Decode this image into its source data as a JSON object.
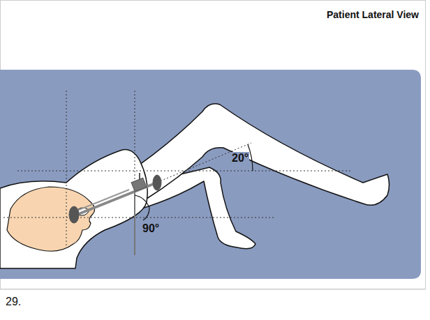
{
  "diagram": {
    "title": "Patient Lateral View",
    "labels": [
      "20°",
      "90°",
      "29."
    ]
  }
}
